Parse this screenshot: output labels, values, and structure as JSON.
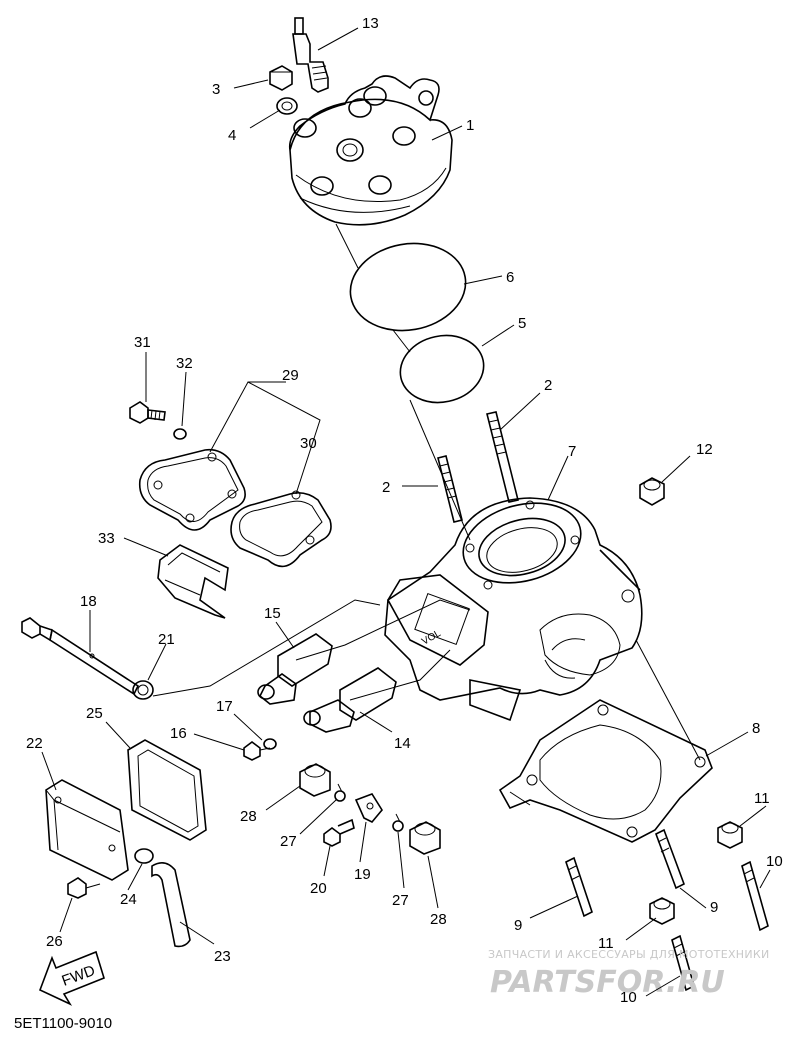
{
  "diagram": {
    "code": "5ET1100-9010",
    "fwd_label": "FWD",
    "callouts": [
      {
        "id": "c13",
        "text": "13"
      },
      {
        "id": "c3",
        "text": "3"
      },
      {
        "id": "c4",
        "text": "4"
      },
      {
        "id": "c1",
        "text": "1"
      },
      {
        "id": "c6",
        "text": "6"
      },
      {
        "id": "c5",
        "text": "5"
      },
      {
        "id": "c31",
        "text": "31"
      },
      {
        "id": "c32",
        "text": "32"
      },
      {
        "id": "c29",
        "text": "29"
      },
      {
        "id": "c2a",
        "text": "2"
      },
      {
        "id": "c30",
        "text": "30"
      },
      {
        "id": "c2b",
        "text": "2"
      },
      {
        "id": "c7",
        "text": "7"
      },
      {
        "id": "c12",
        "text": "12"
      },
      {
        "id": "c33",
        "text": "33"
      },
      {
        "id": "c18",
        "text": "18"
      },
      {
        "id": "c15",
        "text": "15"
      },
      {
        "id": "c21",
        "text": "21"
      },
      {
        "id": "c17",
        "text": "17"
      },
      {
        "id": "c16",
        "text": "16"
      },
      {
        "id": "c14",
        "text": "14"
      },
      {
        "id": "c25",
        "text": "25"
      },
      {
        "id": "c22",
        "text": "22"
      },
      {
        "id": "c8",
        "text": "8"
      },
      {
        "id": "c28a",
        "text": "28"
      },
      {
        "id": "c27a",
        "text": "27"
      },
      {
        "id": "c20",
        "text": "20"
      },
      {
        "id": "c19",
        "text": "19"
      },
      {
        "id": "c27b",
        "text": "27"
      },
      {
        "id": "c28b",
        "text": "28"
      },
      {
        "id": "c11a",
        "text": "11"
      },
      {
        "id": "c10a",
        "text": "10"
      },
      {
        "id": "c9a",
        "text": "9"
      },
      {
        "id": "c9b",
        "text": "9"
      },
      {
        "id": "c11b",
        "text": "11"
      },
      {
        "id": "c10b",
        "text": "10"
      },
      {
        "id": "c24",
        "text": "24"
      },
      {
        "id": "c26",
        "text": "26"
      },
      {
        "id": "c23",
        "text": "23"
      }
    ]
  },
  "watermark": {
    "line1": "ЗАПЧАСТИ И АКСЕССУАРЫ ДЛЯ МОТОТЕХНИКИ",
    "line2": "PARTSFOR.RU"
  }
}
